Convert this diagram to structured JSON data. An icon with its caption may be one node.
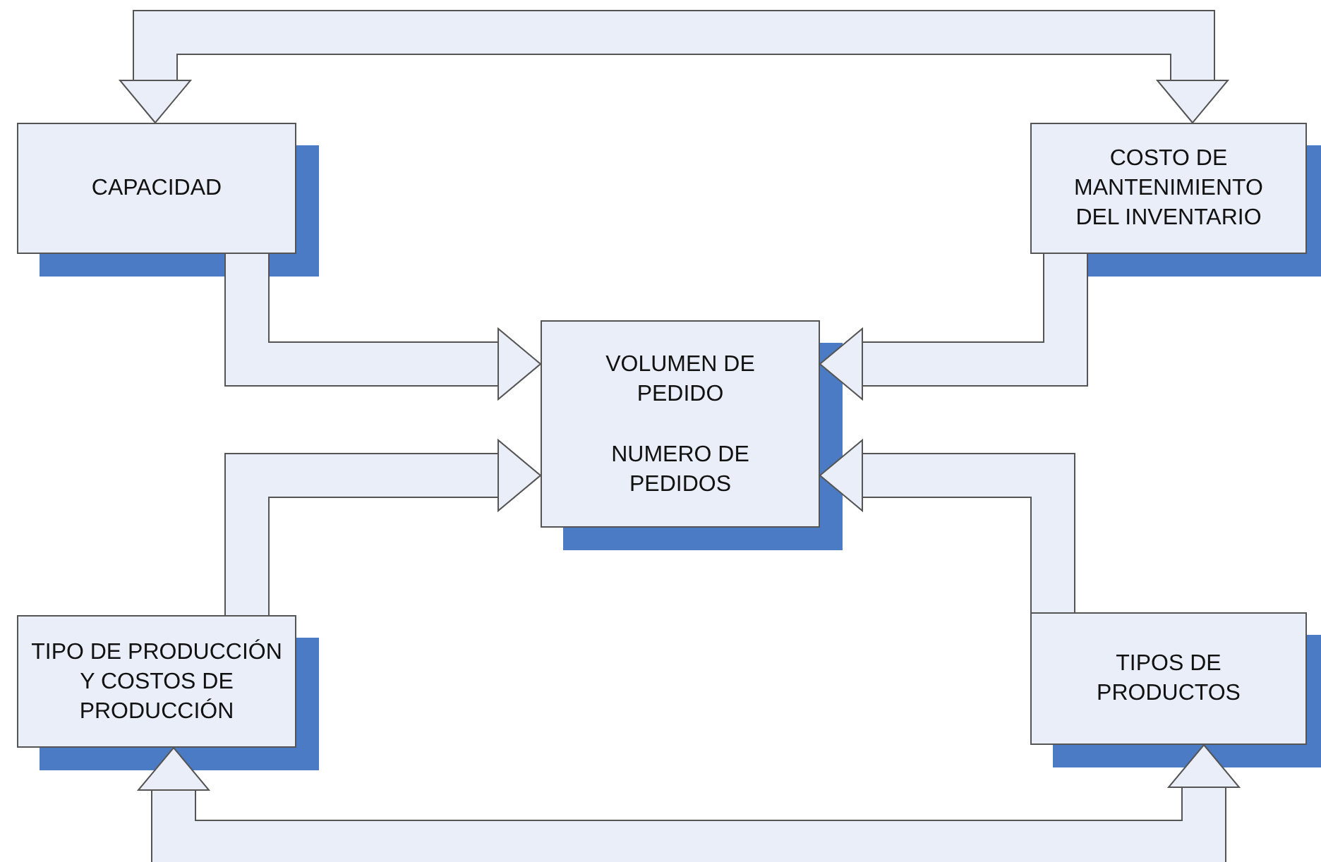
{
  "diagram": {
    "nodes": [
      {
        "text": [
          "CAPACIDAD"
        ]
      },
      {
        "text": [
          "COSTO DE MANTENIMIENTO DEL INVENTARIO"
        ]
      },
      {
        "text": [
          "VOLUMEN DE PEDIDO",
          "NUMERO DE PEDIDOS"
        ]
      },
      {
        "text": [
          "TIPO DE PRODUCCIÓN Y COSTOS DE PRODUCCIÓN"
        ]
      },
      {
        "text": [
          "TIPOS DE PRODUCTOS"
        ]
      }
    ],
    "edges": [
      {
        "from": 0,
        "to": 1,
        "arrow": "both"
      },
      {
        "from": 0,
        "to": 2,
        "arrow": "to"
      },
      {
        "from": 1,
        "to": 2,
        "arrow": "to"
      },
      {
        "from": 3,
        "to": 2,
        "arrow": "to"
      },
      {
        "from": 4,
        "to": 2,
        "arrow": "to"
      },
      {
        "from": 3,
        "to": 4,
        "arrow": "both"
      }
    ]
  }
}
